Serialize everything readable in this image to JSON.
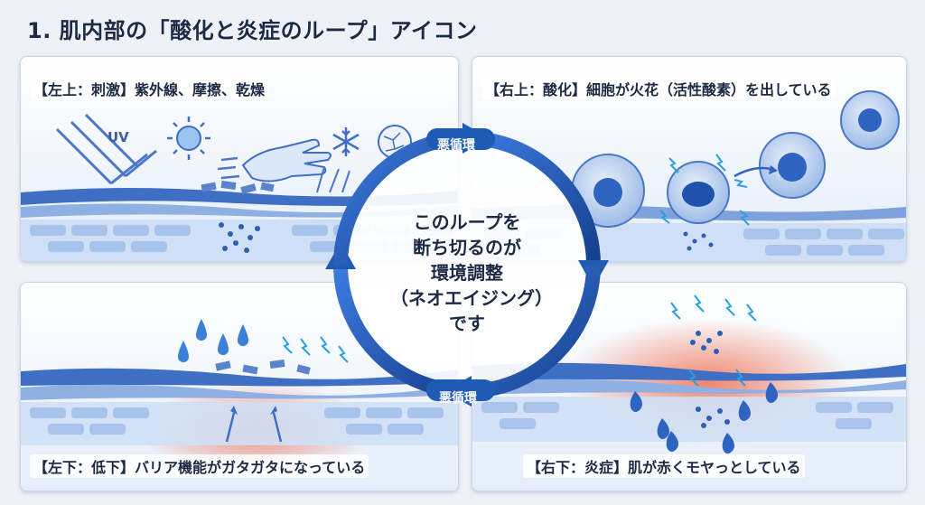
{
  "title": "1. 肌内部の「酸化と炎症のループ」アイコン",
  "panels": {
    "top_left": {
      "label": "【左上：刺激】紫外線、摩擦、乾燥",
      "uv_text": "UV",
      "icons": [
        "sun-icon",
        "hand-icon",
        "snowflake-icon",
        "dry-skin-icon"
      ]
    },
    "top_right": {
      "label": "【右上：酸化】細胞が火花（活性酸素）を出している",
      "icons": [
        "cell-icon",
        "spark-icon"
      ]
    },
    "bottom_left": {
      "label": "【左下：低下】バリア機能がガタガタになっている",
      "icons": [
        "water-drop-icon",
        "lightning-icon"
      ]
    },
    "bottom_right": {
      "label": "【右下：炎症】肌が赤くモヤっとしている",
      "icons": [
        "flame-icon",
        "lightning-icon"
      ]
    }
  },
  "cycle": {
    "top_label": "悪循環",
    "bottom_label": "悪循環",
    "center_lines": [
      "このループを",
      "断ち切るのが",
      "環境調整",
      "（ネオエイジング）",
      "です"
    ]
  },
  "colors": {
    "arrow": "#1d5bb5",
    "skin_layer": "#3f6fc4",
    "inflammation": "#f26a4b",
    "title_text": "#1d2a44"
  }
}
